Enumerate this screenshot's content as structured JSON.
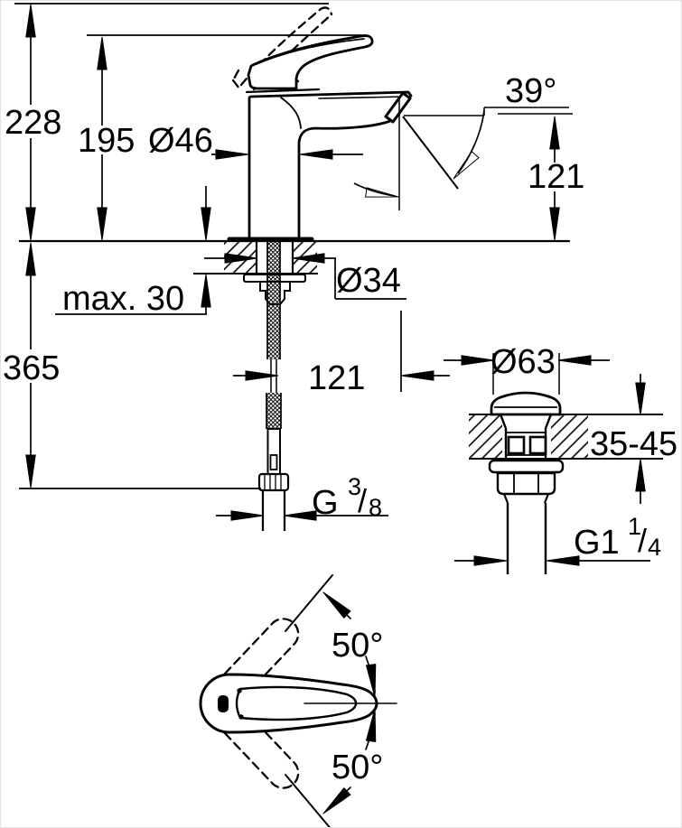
{
  "labels": {
    "total_height": "228",
    "spout_tip_height": "195",
    "body_diameter": "Ø46",
    "spray_angle": "39°",
    "outlet_height": "121",
    "max_deck_thickness": "max. 30",
    "hole_diameter": "Ø34",
    "hose_length": "365",
    "drain_offset": "121",
    "waste_cap_diameter": "Ø63",
    "waste_deck_range": "35-45",
    "supply_thread_main": "G",
    "supply_thread_sup": "3",
    "supply_thread_slash": "/",
    "supply_thread_sub": "8",
    "waste_thread_main": "G1",
    "waste_thread_sup": "1",
    "waste_thread_slash": "/",
    "waste_thread_sub": "4",
    "swing_up_angle": "50°",
    "swing_down_angle": "50°"
  },
  "colors": {
    "line": "#000000",
    "background": "#ffffff"
  }
}
